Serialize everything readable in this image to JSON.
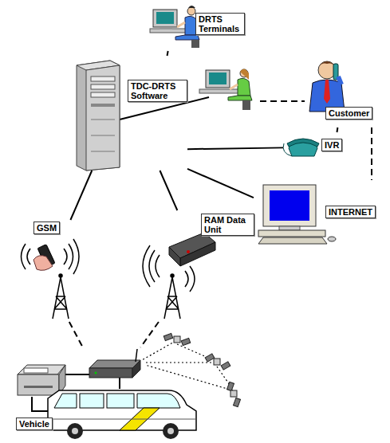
{
  "diagram": {
    "nodes": [
      {
        "text": [
          "DRTS Terminals"
        ]
      },
      {
        "text": [
          "TDC-DRTS Software"
        ]
      },
      {
        "text": [
          "Customer"
        ]
      },
      {
        "text": [
          "IVR"
        ]
      },
      {
        "text": [
          "INTERNET"
        ]
      },
      {
        "text": [
          "GSM"
        ]
      },
      {
        "text": [
          "RAM Data Unit"
        ]
      },
      {
        "text": [
          "Vehicle"
        ]
      }
    ],
    "edges": [
      {
        "from": 1,
        "to": 0,
        "arrow": "none"
      },
      {
        "from": 1,
        "to": 3,
        "arrow": "none"
      },
      {
        "from": 1,
        "to": 4,
        "arrow": "none"
      },
      {
        "from": 1,
        "to": 5,
        "arrow": "none"
      },
      {
        "from": 1,
        "to": 6,
        "arrow": "none"
      },
      {
        "from": 2,
        "to": 3,
        "arrow": "none"
      },
      {
        "from": 2,
        "to": 4,
        "arrow": "none"
      },
      {
        "from": 5,
        "to": 7,
        "arrow": "none"
      },
      {
        "from": 6,
        "to": 7,
        "arrow": "none"
      }
    ]
  }
}
